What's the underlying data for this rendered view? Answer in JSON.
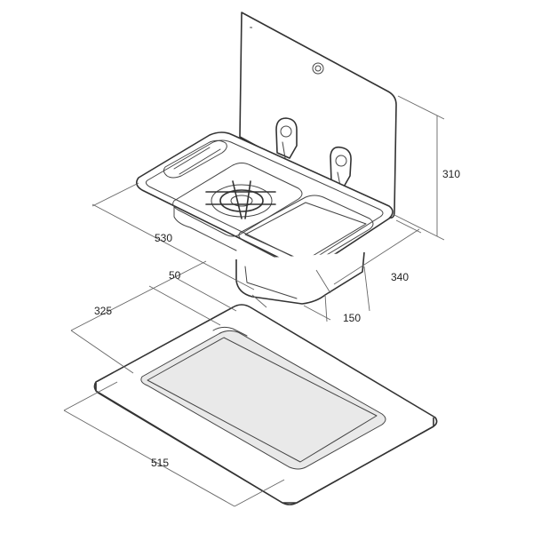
{
  "diagram": {
    "dimensions": {
      "height_closed": "310",
      "depth": "340",
      "width": "530",
      "bowl_depth": "150",
      "cutout_margin": "50",
      "cutout_depth": "325",
      "cutout_width": "515"
    }
  }
}
